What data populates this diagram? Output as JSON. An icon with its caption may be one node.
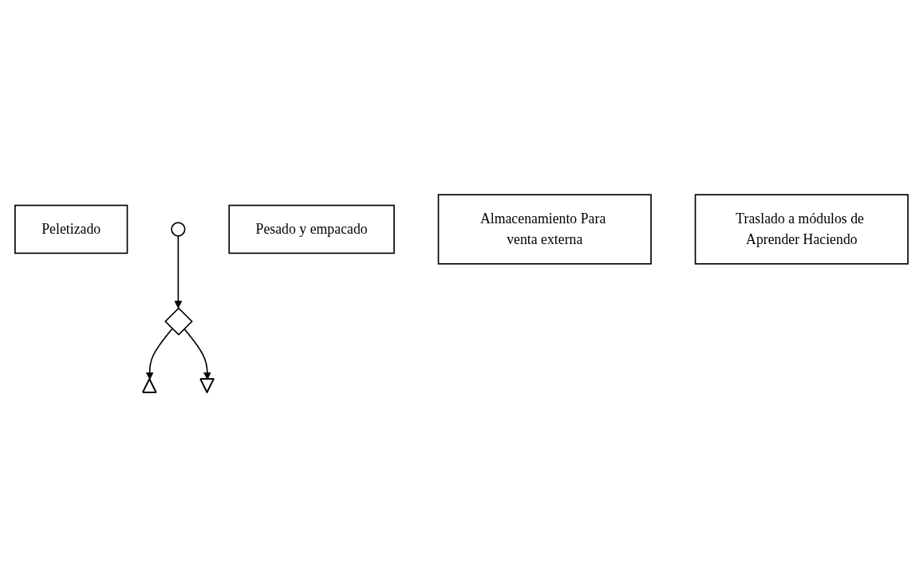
{
  "diagram": {
    "nodes": [
      {
        "text": [
          "Peletizado"
        ]
      },
      {
        "text": [],
        "shape": "circle"
      },
      {
        "text": [],
        "shape": "diamond"
      },
      {
        "text": [
          "Pesado y empacado"
        ]
      },
      {
        "text": [],
        "shape": "triangle"
      },
      {
        "text": [
          "Almacenamiento Para venta externa"
        ]
      },
      {
        "text": [],
        "shape": "arrow"
      },
      {
        "text": [
          "Traslado a módulos de Aprender Haciendo"
        ]
      }
    ],
    "edges": [
      {
        "from": 1,
        "to": 2,
        "arrow": "to"
      },
      {
        "from": 2,
        "to": 4,
        "arrow": "to"
      },
      {
        "from": 2,
        "to": 6,
        "arrow": "to"
      }
    ]
  }
}
